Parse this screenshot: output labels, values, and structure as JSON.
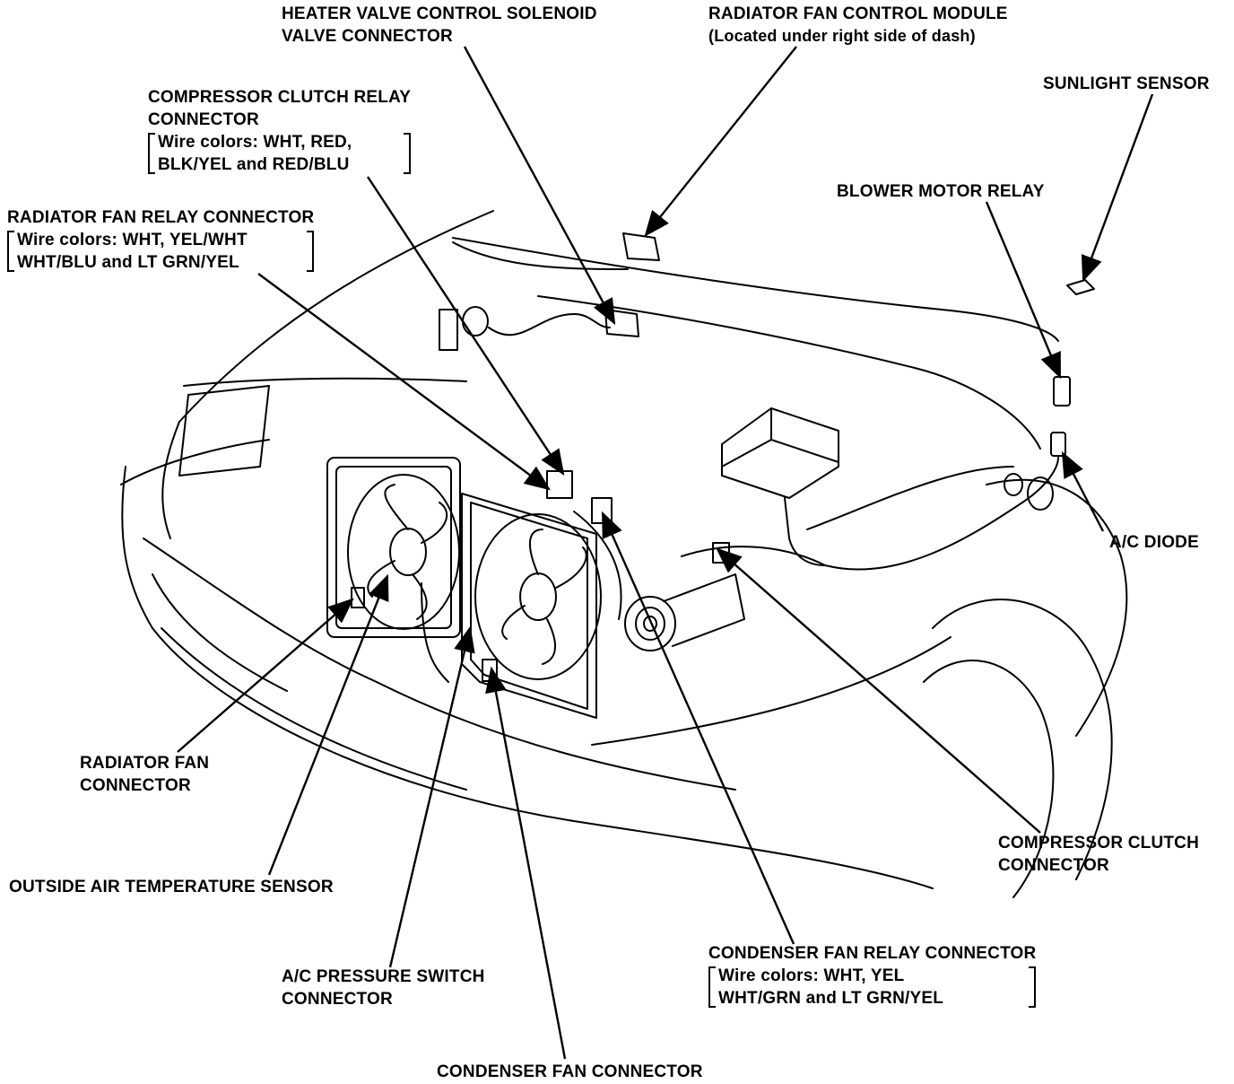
{
  "labels": {
    "heater_valve": [
      "HEATER VALVE CONTROL SOLENOID",
      "VALVE CONNECTOR"
    ],
    "radiator_fan_module": [
      "RADIATOR FAN CONTROL MODULE",
      "(Located under right side of dash)"
    ],
    "sunlight_sensor": [
      "SUNLIGHT SENSOR"
    ],
    "compressor_clutch_relay": [
      "COMPRESSOR CLUTCH RELAY",
      "CONNECTOR"
    ],
    "compressor_clutch_relay_wires": [
      "Wire colors: WHT, RED,",
      "BLK/YEL and RED/BLU"
    ],
    "blower_motor_relay": [
      "BLOWER MOTOR RELAY"
    ],
    "radiator_fan_relay": [
      "RADIATOR FAN RELAY CONNECTOR"
    ],
    "radiator_fan_relay_wires": [
      "Wire colors: WHT, YEL/WHT",
      "WHT/BLU and LT GRN/YEL"
    ],
    "ac_diode": [
      "A/C DIODE"
    ],
    "radiator_fan_connector": [
      "RADIATOR FAN",
      "CONNECTOR"
    ],
    "compressor_clutch_connector": [
      "COMPRESSOR CLUTCH",
      "CONNECTOR"
    ],
    "outside_air_temp": [
      "OUTSIDE AIR TEMPERATURE SENSOR"
    ],
    "condenser_fan_relay": [
      "CONDENSER FAN RELAY CONNECTOR"
    ],
    "condenser_fan_relay_wires": [
      "Wire colors: WHT, YEL",
      "WHT/GRN and LT GRN/YEL"
    ],
    "ac_pressure_switch": [
      "A/C PRESSURE SWITCH",
      "CONNECTOR"
    ],
    "condenser_fan_connector": [
      "CONDENSER FAN CONNECTOR"
    ]
  }
}
